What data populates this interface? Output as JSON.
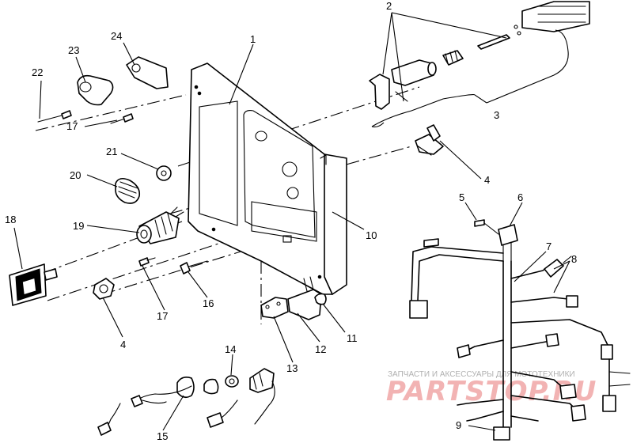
{
  "diagram": {
    "callouts": [
      {
        "id": "c1",
        "label": "1"
      },
      {
        "id": "c2",
        "label": "2"
      },
      {
        "id": "c3",
        "label": "3"
      },
      {
        "id": "c4a",
        "label": "4"
      },
      {
        "id": "c4b",
        "label": "4"
      },
      {
        "id": "c5",
        "label": "5"
      },
      {
        "id": "c6",
        "label": "6"
      },
      {
        "id": "c7",
        "label": "7"
      },
      {
        "id": "c8",
        "label": "8"
      },
      {
        "id": "c9",
        "label": "9"
      },
      {
        "id": "c10",
        "label": "10"
      },
      {
        "id": "c11",
        "label": "11"
      },
      {
        "id": "c12",
        "label": "12"
      },
      {
        "id": "c13",
        "label": "13"
      },
      {
        "id": "c14",
        "label": "14"
      },
      {
        "id": "c15",
        "label": "15"
      },
      {
        "id": "c16",
        "label": "16"
      },
      {
        "id": "c17a",
        "label": "17"
      },
      {
        "id": "c17b",
        "label": "17"
      },
      {
        "id": "c18",
        "label": "18"
      },
      {
        "id": "c19",
        "label": "19"
      },
      {
        "id": "c20",
        "label": "20"
      },
      {
        "id": "c21",
        "label": "21"
      },
      {
        "id": "c22",
        "label": "22"
      },
      {
        "id": "c23",
        "label": "23"
      },
      {
        "id": "c24",
        "label": "24"
      }
    ]
  },
  "watermark": {
    "tagline": "ЗАПЧАСТИ И АКСЕССУАРЫ ДЛЯ МОТОТЕХНИКИ",
    "brand": "PARTSTOP.RU",
    "color": "#f2b3b3"
  }
}
